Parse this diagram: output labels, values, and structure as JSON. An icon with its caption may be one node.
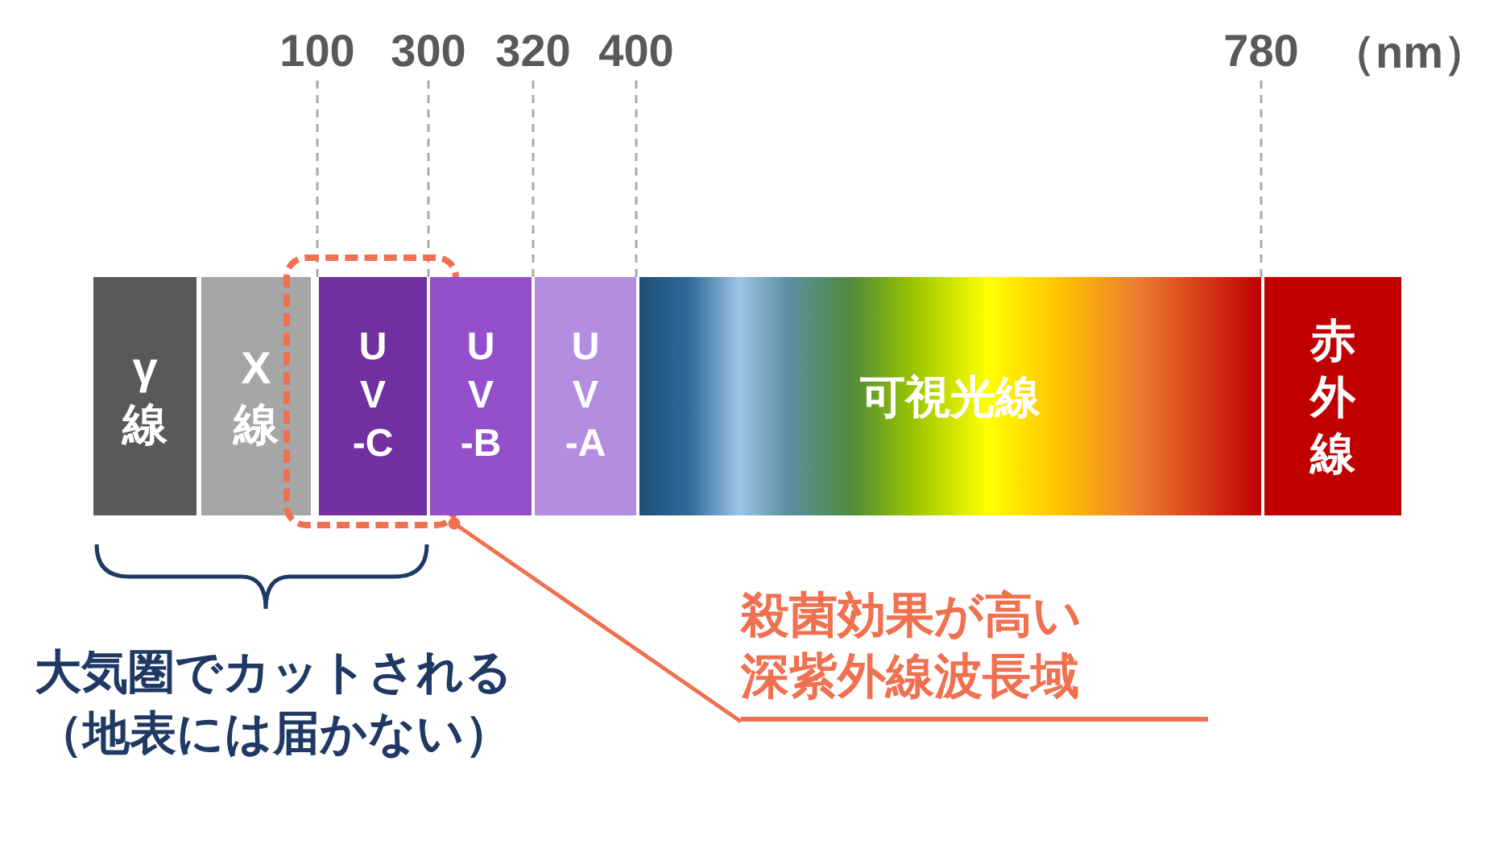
{
  "diagram": {
    "nodes": [
      {
        "text": [
          "γ線"
        ]
      },
      {
        "text": [
          "X線"
        ]
      },
      {
        "text": [],
        "shape": "box"
      },
      {
        "text": [
          "U V -C"
        ],
        "in": 2
      },
      {
        "text": [
          "U V -B"
        ]
      },
      {
        "text": [
          "U V -A"
        ]
      },
      {
        "text": [
          "可視光線"
        ]
      },
      {
        "text": [
          "赤外線"
        ]
      },
      {
        "text": [
          "殺菌効果が高い深紫外線波長域"
        ]
      },
      {
        "text": [
          "100"
        ]
      },
      {
        "text": [
          "300"
        ]
      },
      {
        "text": [
          "320"
        ]
      },
      {
        "text": [
          "400"
        ]
      },
      {
        "text": [
          "780"
        ]
      }
    ],
    "edges": [
      {
        "from": 8,
        "to": 2,
        "arrow": "other",
        "color": "#f07050"
      },
      {
        "from": 9,
        "to": 3,
        "arrow": "none",
        "style": "dashed"
      },
      {
        "from": 10,
        "to": 4,
        "arrow": "none",
        "style": "dashed"
      },
      {
        "from": 11,
        "to": 5,
        "arrow": "none",
        "style": "dashed"
      },
      {
        "from": 12,
        "to": 6,
        "arrow": "none",
        "style": "dashed"
      },
      {
        "from": 13,
        "to": 7,
        "arrow": "none",
        "style": "dashed"
      }
    ],
    "labels": [
      "（nm）",
      "大気圏でカットされる（地表には届かない）"
    ]
  }
}
